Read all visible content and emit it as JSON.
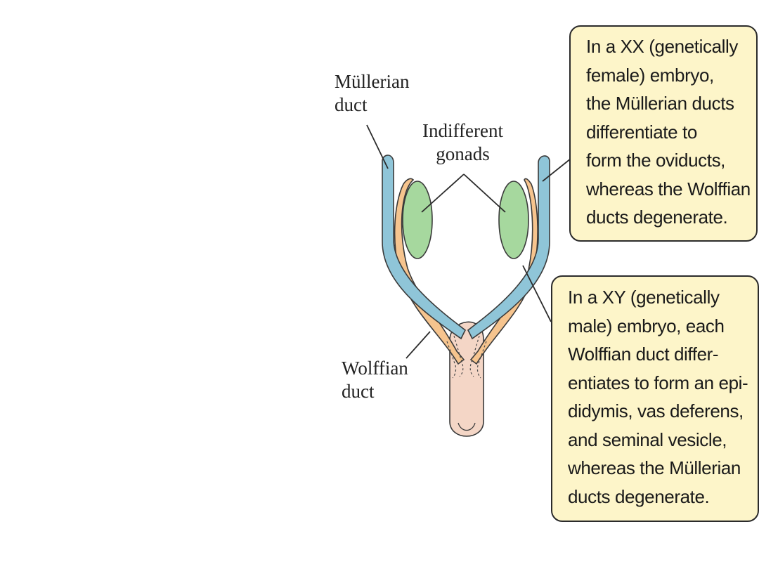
{
  "labels": {
    "mullerian_duct": [
      "Müllerian",
      "duct"
    ],
    "indifferent_gonads": [
      "Indifferent",
      "gonads"
    ],
    "wolffian_duct": [
      "Wolffian",
      "duct"
    ]
  },
  "callouts": {
    "female": [
      "In a XX (genetically",
      "female) embryo,",
      "the Müllerian ducts",
      "differentiate to",
      "form the oviducts,",
      "whereas the Wolffian",
      "ducts degenerate."
    ],
    "male": [
      "In a XY (genetically",
      "male) embryo, each",
      "Wolffian duct differ-",
      "entiates to form an epi-",
      "didymis, vas deferens,",
      "and seminal vesicle,",
      "whereas the Müllerian",
      "ducts degenerate."
    ]
  },
  "colors": {
    "mullerian_duct": "#8fc5d8",
    "wolffian_duct": "#f6c48e",
    "gonad": "#a6d89e",
    "urogenital_sinus": "#f4d6c6",
    "callout_fill": "#fdf5c9",
    "outline": "#2b2b2b"
  }
}
